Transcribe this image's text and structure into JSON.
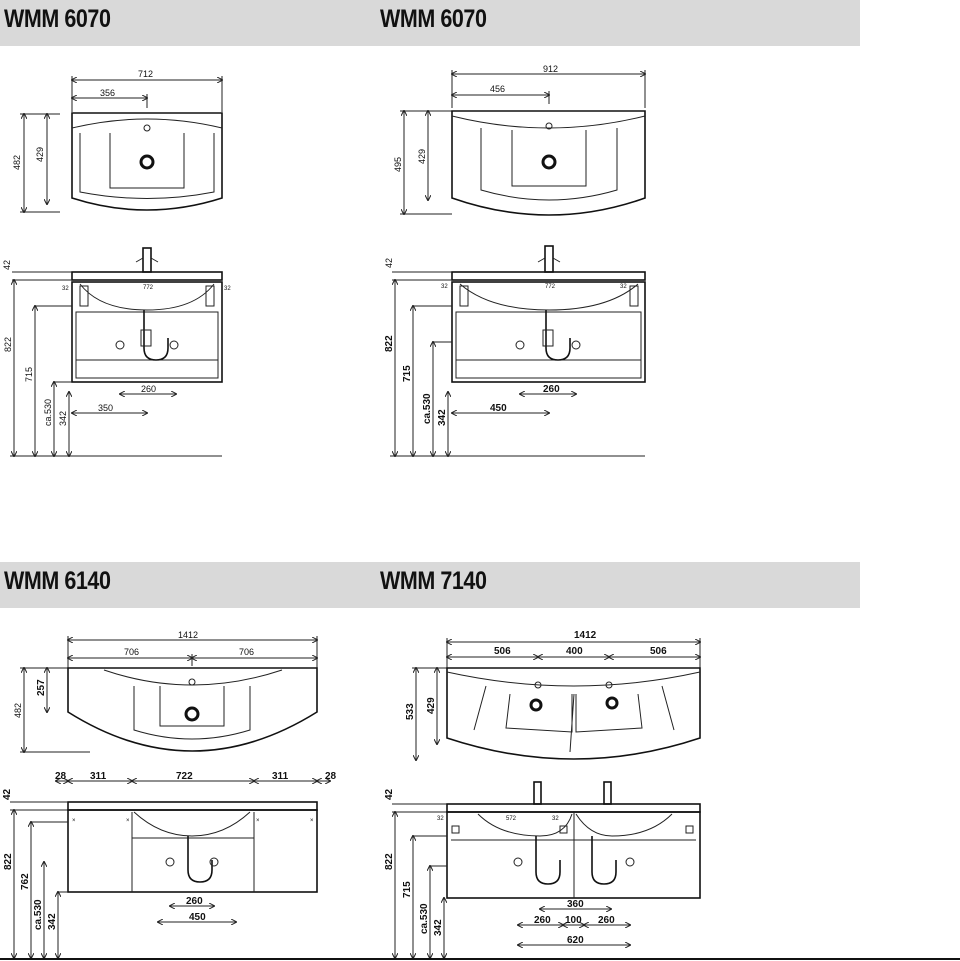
{
  "panels": [
    {
      "title": "WMM 6070",
      "top": {
        "width": "712",
        "half": "356",
        "depth": "482",
        "inner_depth": "429"
      },
      "front": {
        "top_thk": "42",
        "side_a": "32",
        "inner": "772",
        "side_b": "32",
        "height": "822",
        "h715": "715",
        "h530": "ca.530",
        "h342": "342",
        "drain": "260",
        "offset": "350"
      }
    },
    {
      "title": "WMM 6070",
      "top": {
        "width": "912",
        "half": "456",
        "depth": "495",
        "inner_depth": "429"
      },
      "front": {
        "top_thk": "42",
        "side_a": "32",
        "inner": "772",
        "side_b": "32",
        "height": "822",
        "h715": "715",
        "h530": "ca.530",
        "h342": "342",
        "drain": "260",
        "offset": "450"
      }
    },
    {
      "title": "WMM 6140",
      "top": {
        "width": "1412",
        "left": "706",
        "right": "706",
        "depth": "482",
        "inner_depth": "257"
      },
      "front": {
        "top_thk": "42",
        "g1": "28",
        "s1": "311",
        "mid": "722",
        "s2": "311",
        "g2": "28",
        "height": "822",
        "h762": "762",
        "h530": "ca.530",
        "h342": "342",
        "drain": "260",
        "offset": "450"
      }
    },
    {
      "title": "WMM 7140",
      "top": {
        "width": "1412",
        "a": "506",
        "b": "400",
        "c": "506",
        "depth": "533",
        "inner_depth": "429"
      },
      "front": {
        "top_thk": "42",
        "side_a": "32",
        "inner": "572",
        "side_b": "32",
        "height": "822",
        "h715": "715",
        "h530": "ca.530",
        "h342": "342",
        "d1": "360",
        "d2": "260",
        "d3": "100",
        "d4": "260",
        "total": "620"
      }
    }
  ]
}
